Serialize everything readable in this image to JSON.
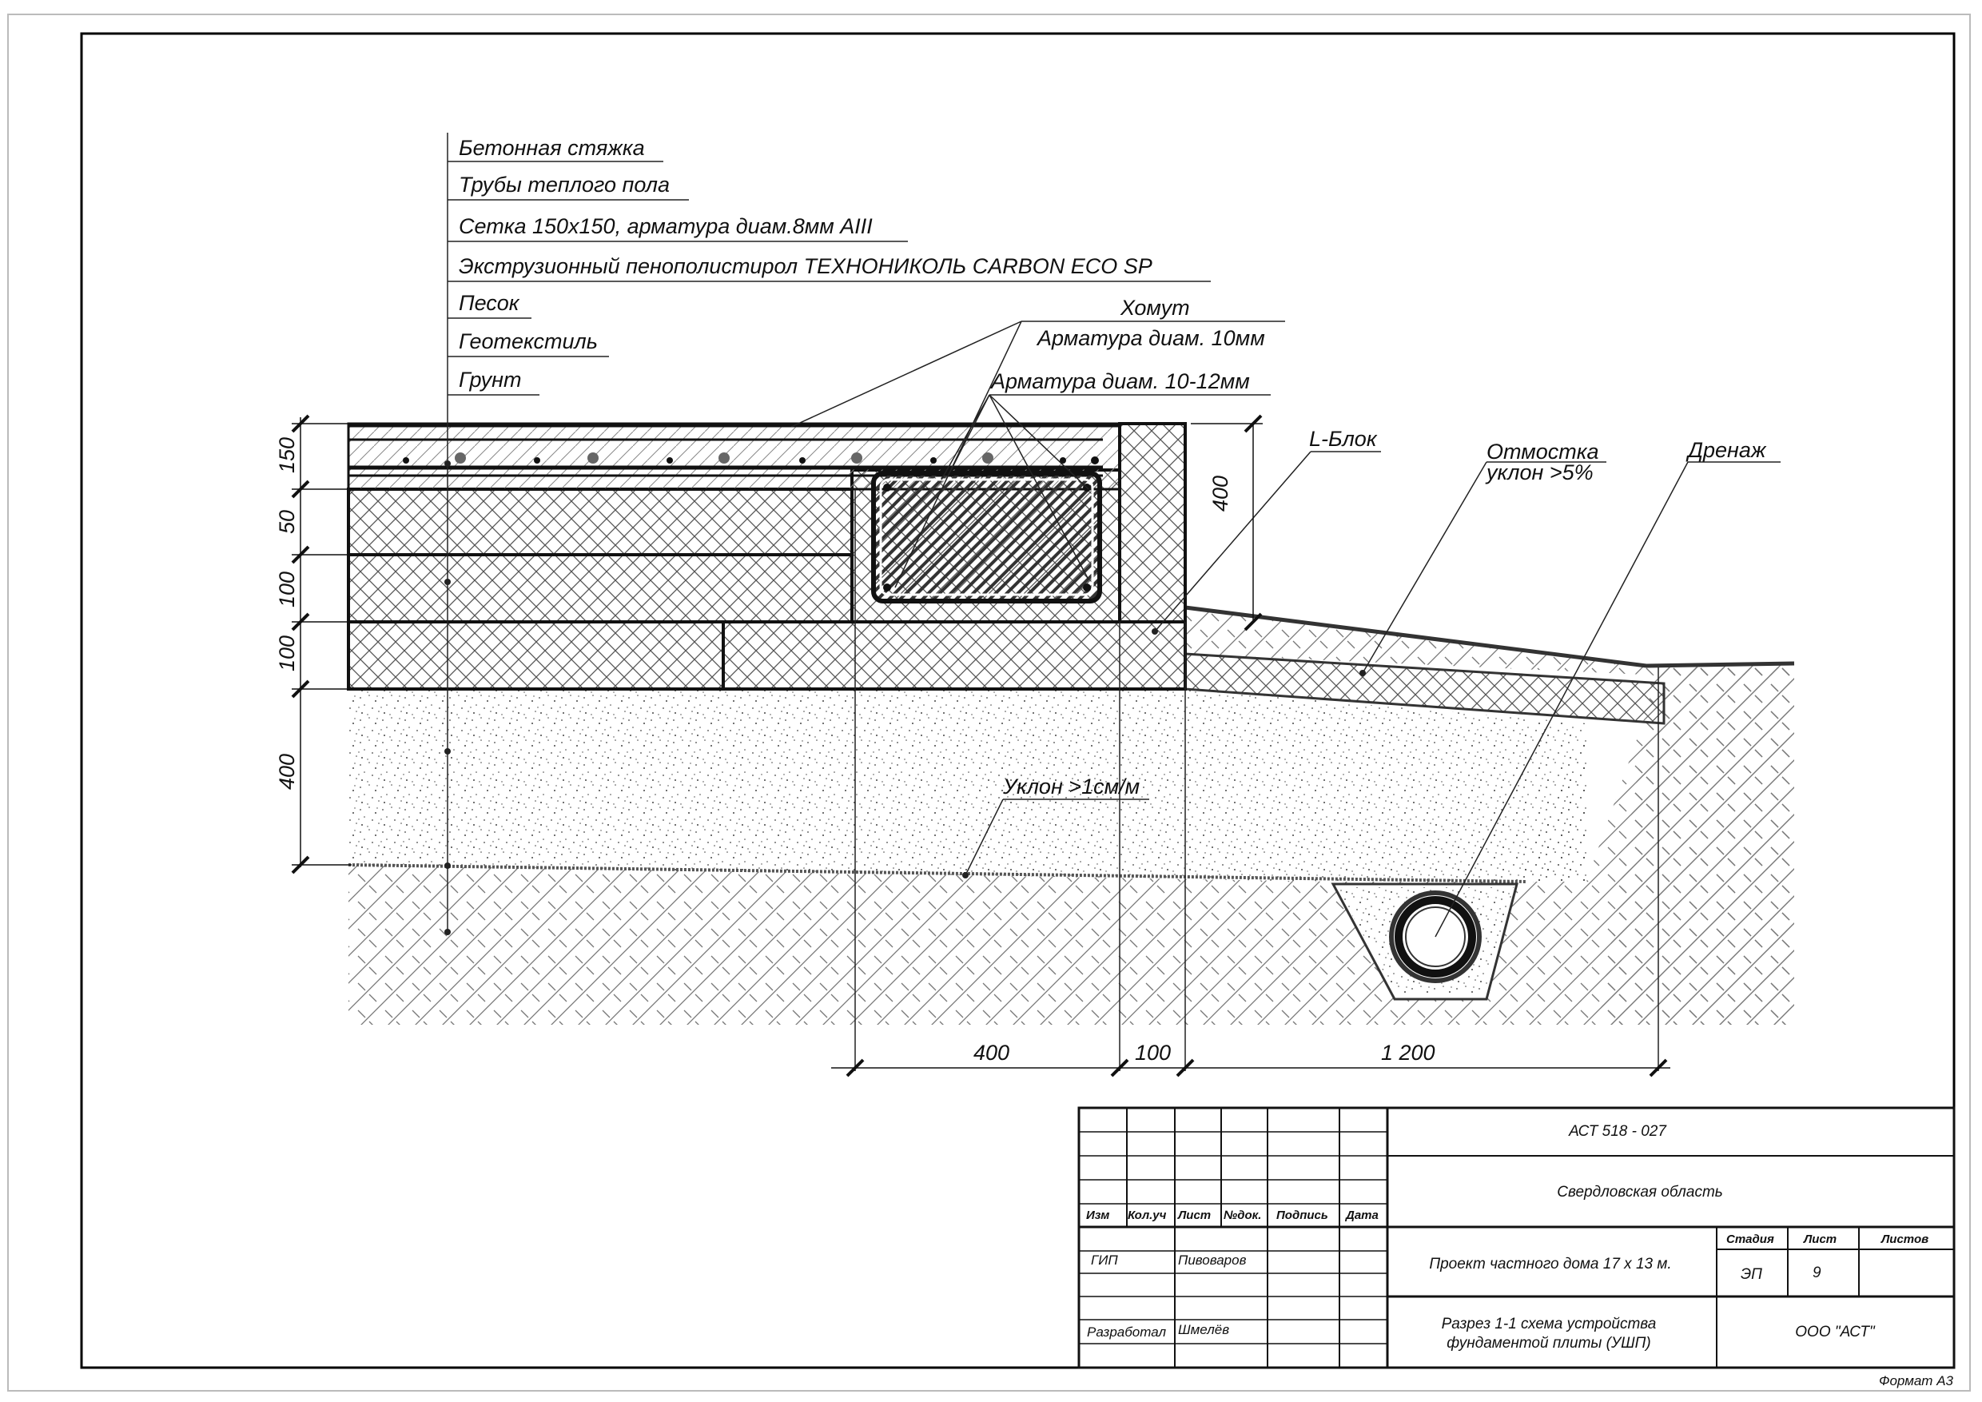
{
  "layers": [
    "Бетонная стяжка",
    "Трубы теплого пола",
    "Сетка 150х150, арматура диам.8мм AIII",
    "Экструзионный пенополистирол ТЕХНОНИКОЛЬ CARBON ECO SP",
    "Песок",
    "Геотекстиль",
    "Грунт"
  ],
  "callouts": {
    "clamp": "Хомут",
    "rebar10": "Арматура диам. 10мм",
    "rebar1012": "Арматура диам. 10-12мм",
    "lblock": "L-Блок",
    "blind_area": "Отмостка",
    "blind_slope": "уклон >5%",
    "drainage": "Дренаж",
    "slope": "Уклон >1см/м"
  },
  "dims_vertical": [
    "150",
    "50",
    "100",
    "100",
    "400"
  ],
  "dims_lblock": "400",
  "dims_horizontal": [
    "400",
    "100",
    "1 200"
  ],
  "title_block": {
    "code": "АСТ  518 - 027",
    "region": "Свердловская область",
    "project": "Проект частного дома 17 х 13 м.",
    "sheet_title_1": "Разрез 1-1 схема устройства",
    "sheet_title_2": "фундаментой плиты (УШП)",
    "company": "ООО  \"АСТ\"",
    "headers": [
      "Изм",
      "Кол.уч",
      "Лист",
      "№док.",
      "Подпись",
      "Дата"
    ],
    "stage_label": "Стадия",
    "sheet_label": "Лист",
    "sheets_label": "Листов",
    "stage": "ЭП",
    "sheet_no": "9",
    "role_1": "ГИП",
    "name_1": "Пивоваров",
    "role_2": "Разработал",
    "name_2": "Шмелёв"
  },
  "format": "Формат А3"
}
